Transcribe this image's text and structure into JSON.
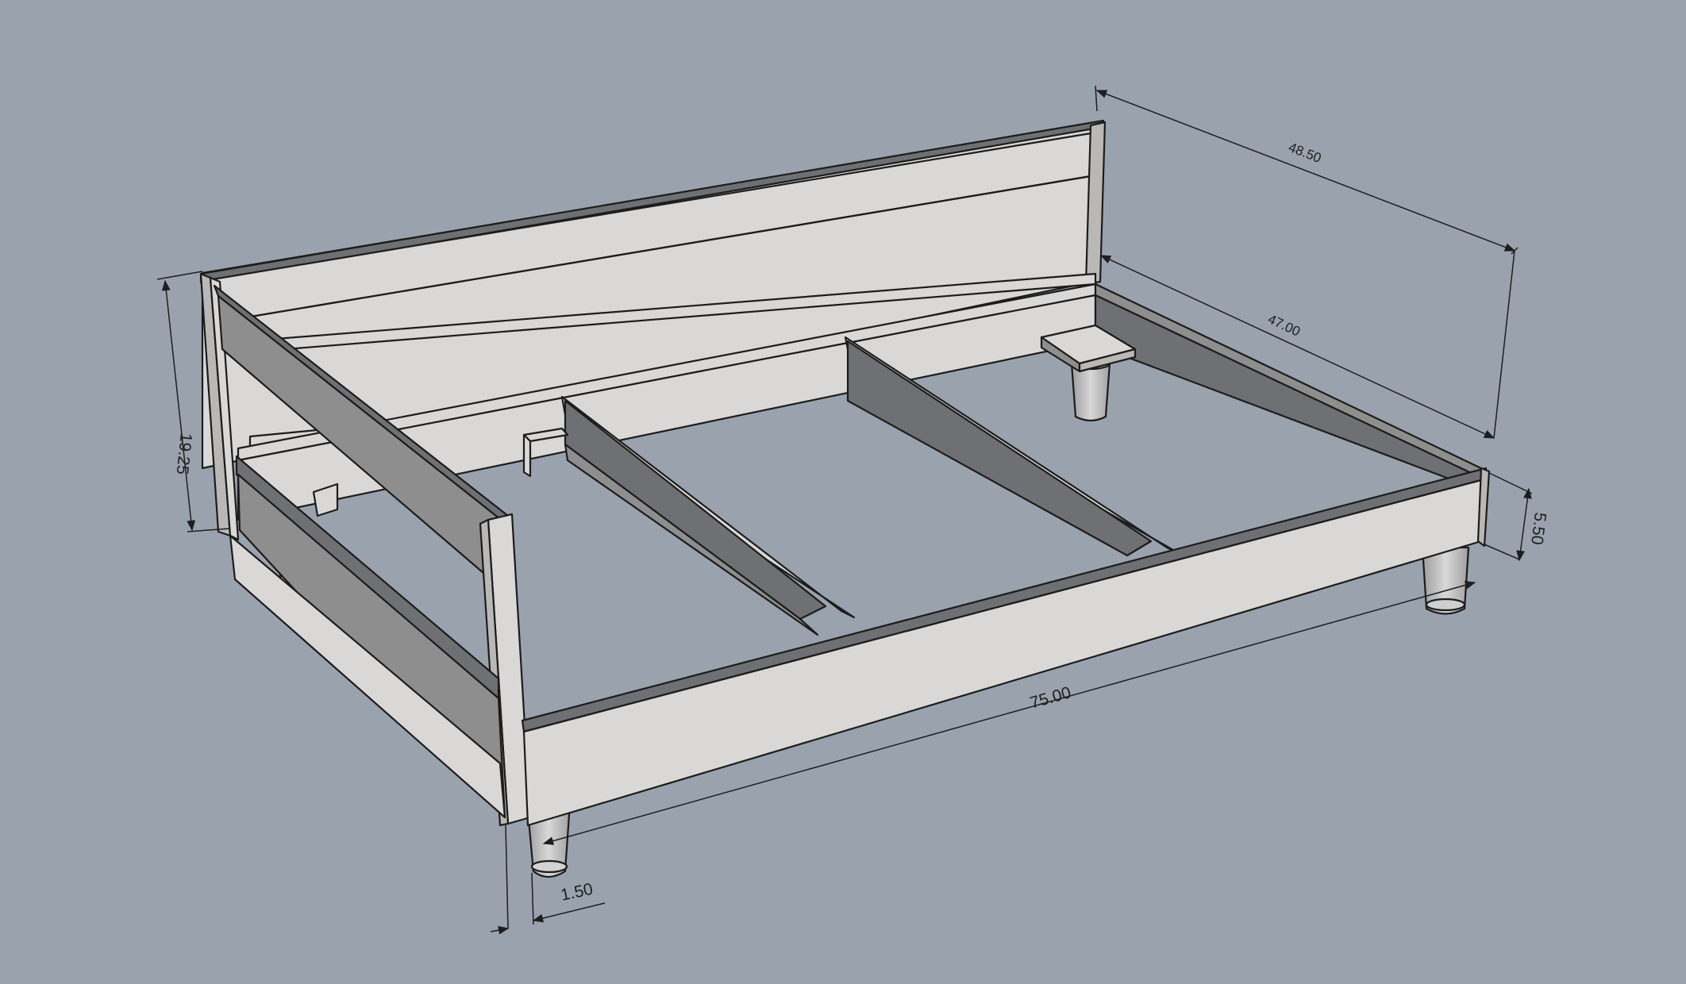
{
  "colors": {
    "background": "#9aa3ad",
    "wood_light": "#d9d8d6",
    "wood_mid": "#b9b8b6",
    "wood_dark": "#8e8e8f",
    "edge": "#1c1c1c"
  },
  "dimensions": {
    "overall_width": "48.50",
    "inner_width": "47.00",
    "height": "19.25",
    "rail_height": "5.50",
    "length": "75.00",
    "leg": "1.50"
  }
}
